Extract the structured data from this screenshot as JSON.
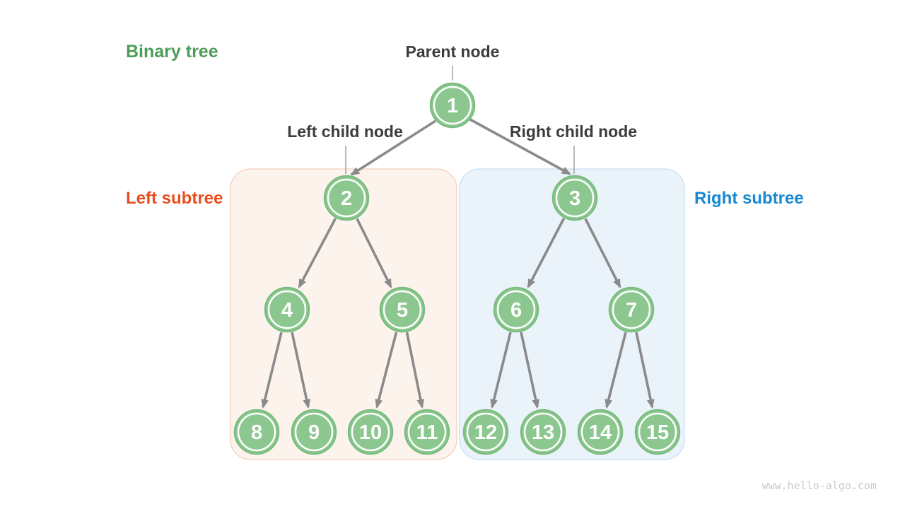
{
  "title": "Binary tree",
  "annotations": {
    "parent_node": "Parent node",
    "left_child_node": "Left child node",
    "right_child_node": "Right child node",
    "left_subtree": "Left subtree",
    "right_subtree": "Right subtree"
  },
  "watermark": "www.hello-algo.com",
  "tree": {
    "node_values": [
      "1",
      "2",
      "3",
      "4",
      "5",
      "6",
      "7",
      "8",
      "9",
      "10",
      "11",
      "12",
      "13",
      "14",
      "15"
    ],
    "edges": [
      [
        1,
        2
      ],
      [
        1,
        3
      ],
      [
        2,
        4
      ],
      [
        2,
        5
      ],
      [
        3,
        6
      ],
      [
        3,
        7
      ],
      [
        4,
        8
      ],
      [
        4,
        9
      ],
      [
        5,
        10
      ],
      [
        5,
        11
      ],
      [
        6,
        12
      ],
      [
        6,
        13
      ],
      [
        7,
        14
      ],
      [
        7,
        15
      ]
    ]
  },
  "colors": {
    "title_green": "#4c9d57",
    "left_subtree_orange": "#e84e1f",
    "right_subtree_blue": "#1789d2",
    "node_fill_green": "#8bc78f",
    "node_ring_green": "#7abd7e",
    "node_text_white": "#ffffff",
    "left_box_fill": "#fdf3ed",
    "left_box_border": "#f2c4ac",
    "right_box_fill": "#ebf3fa",
    "right_box_border": "#b9d7ef",
    "arrow_gray": "#8a8a8a",
    "label_dark": "#3c3c3c",
    "watermark_gray": "#c9c9c9"
  }
}
